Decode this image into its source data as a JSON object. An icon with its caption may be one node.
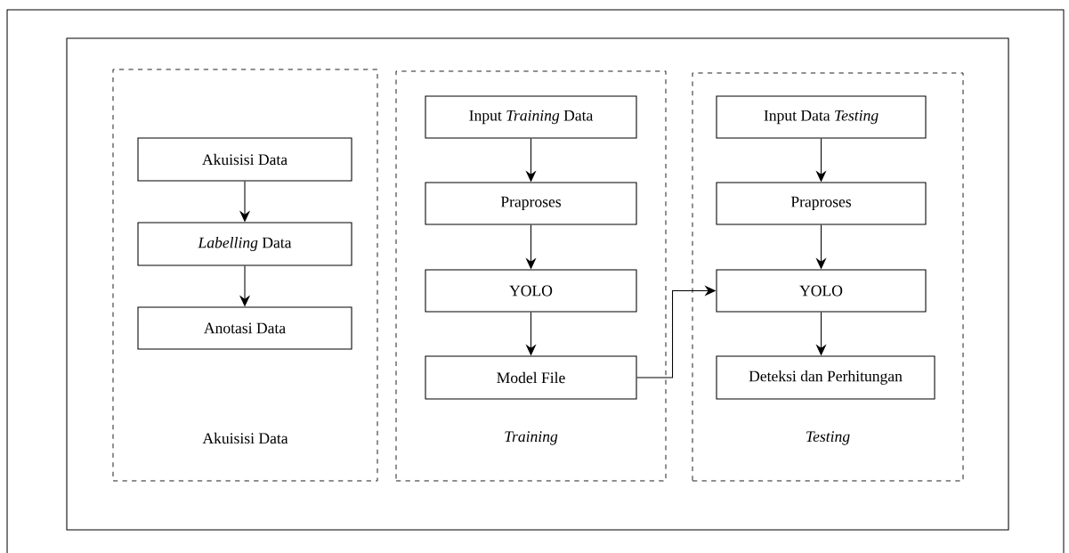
{
  "diagram": {
    "nodes": [
      {
        "text": [
          "Akuisisi Data"
        ]
      },
      {
        "text": [
          "Akuisisi Data"
        ],
        "in": 0
      },
      {
        "text": [
          "*Labelling* Data"
        ],
        "in": 0
      },
      {
        "text": [
          "Anotasi Data"
        ],
        "in": 0
      },
      {
        "text": [
          "Training"
        ]
      },
      {
        "text": [
          "Input *Training* Data"
        ],
        "in": 4
      },
      {
        "text": [
          "Praproses"
        ],
        "in": 4
      },
      {
        "text": [
          "YOLO"
        ],
        "in": 4
      },
      {
        "text": [
          "Model File"
        ],
        "in": 4
      },
      {
        "text": [
          "Testing"
        ]
      },
      {
        "text": [
          "Input Data *Testing*"
        ],
        "in": 9
      },
      {
        "text": [
          "Praproses"
        ],
        "in": 9
      },
      {
        "text": [
          "YOLO"
        ],
        "in": 9
      },
      {
        "text": [
          "Deteksi dan Perhitungan"
        ],
        "in": 9
      }
    ],
    "edges": [
      {
        "from": 1,
        "to": 2,
        "arrow": "to"
      },
      {
        "from": 2,
        "to": 3,
        "arrow": "to"
      },
      {
        "from": 5,
        "to": 6,
        "arrow": "to"
      },
      {
        "from": 6,
        "to": 7,
        "arrow": "to"
      },
      {
        "from": 7,
        "to": 8,
        "arrow": "to"
      },
      {
        "from": 8,
        "to": 12,
        "arrow": "to"
      },
      {
        "from": 10,
        "to": 11,
        "arrow": "to"
      },
      {
        "from": 11,
        "to": 12,
        "arrow": "to"
      },
      {
        "from": 12,
        "to": 13,
        "arrow": "to"
      }
    ]
  }
}
